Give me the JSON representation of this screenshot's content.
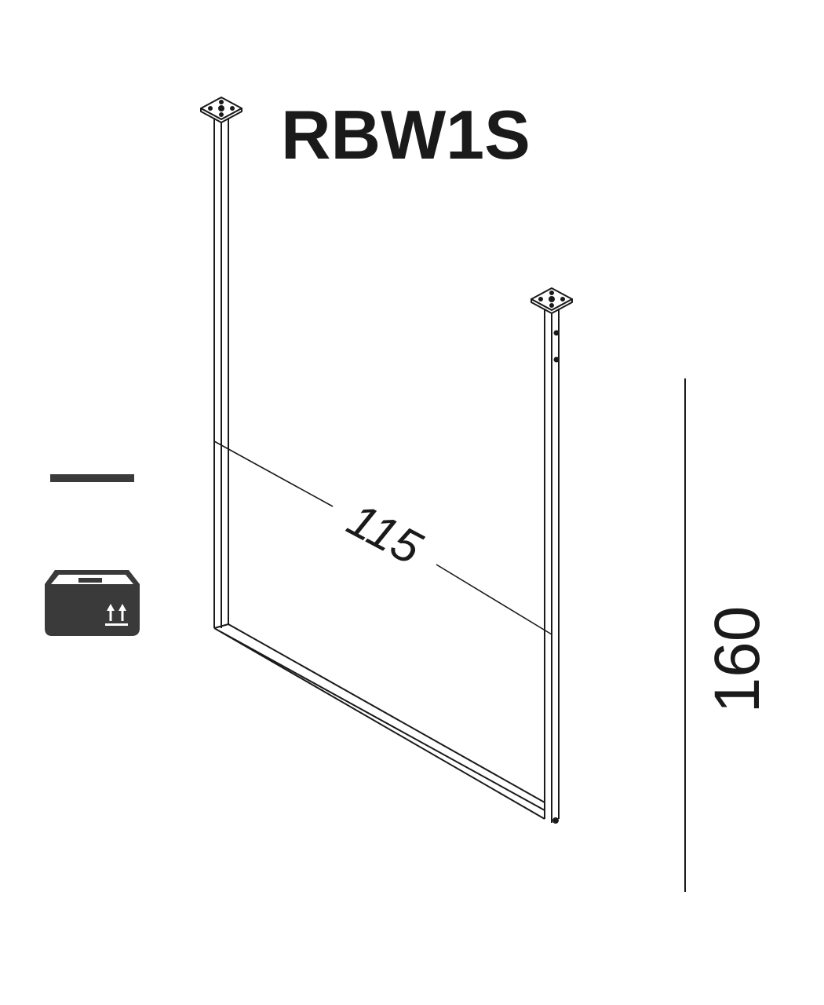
{
  "product": {
    "code": "RBW1S"
  },
  "dimensions": {
    "width": "115",
    "height": "160"
  },
  "icons": {
    "line_indicator": "line-indicator-icon",
    "package": "package-box-icon",
    "orientation": "this-side-up-arrows-icon"
  },
  "colors": {
    "stroke": "#1a1a1a",
    "icon_fill": "#3a3a3a",
    "background": "#ffffff"
  }
}
